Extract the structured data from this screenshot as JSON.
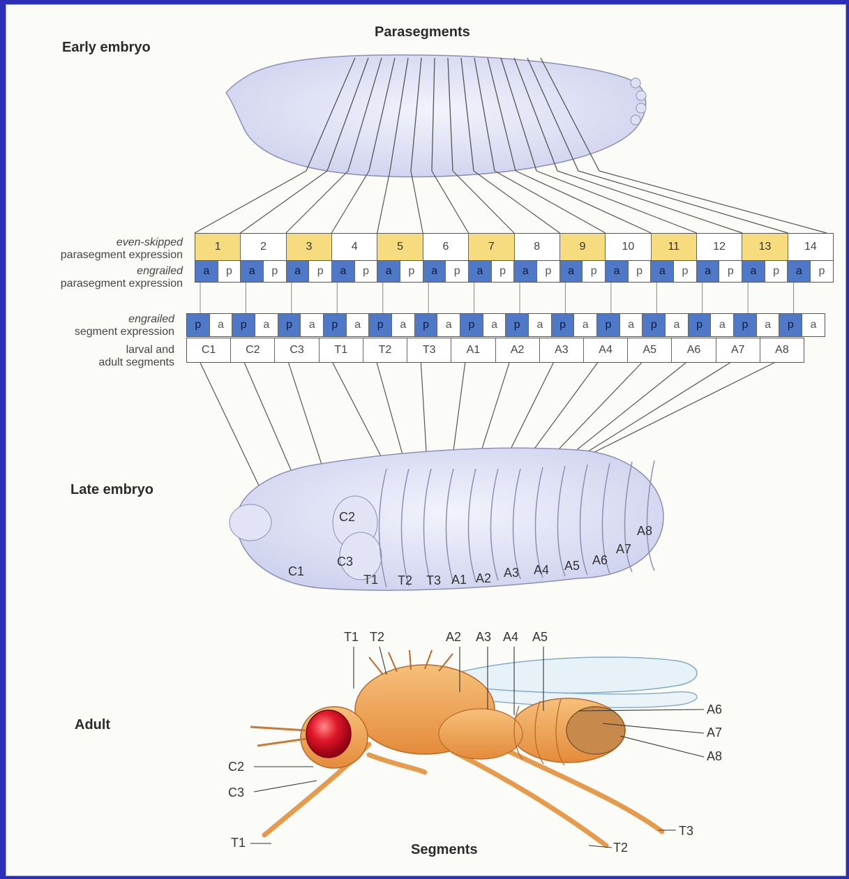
{
  "labels": {
    "early_embryo": "Early embryo",
    "parasegments_title": "Parasegments",
    "late_embryo": "Late embryo",
    "adult": "Adult",
    "segments_title": "Segments"
  },
  "rows": {
    "eve_label_gene": "even-skipped",
    "eve_label_rest": "parasegment expression",
    "en_ps_label_gene": "engrailed",
    "en_ps_label_rest": "parasegment expression",
    "en_seg_label_gene": "engrailed",
    "en_seg_label_rest": "segment expression",
    "larval_label_line1": "larval and",
    "larval_label_line2": "adult segments"
  },
  "parasegments": [
    "1",
    "2",
    "3",
    "4",
    "5",
    "6",
    "7",
    "8",
    "9",
    "10",
    "11",
    "12",
    "13",
    "14"
  ],
  "parasegment_expression": [
    "a",
    "p",
    "a",
    "p",
    "a",
    "p",
    "a",
    "p",
    "a",
    "p",
    "a",
    "p",
    "a",
    "p",
    "a",
    "p",
    "a",
    "p",
    "a",
    "p",
    "a",
    "p",
    "a",
    "p",
    "a",
    "p",
    "a",
    "p"
  ],
  "segment_expression": [
    "p",
    "a",
    "p",
    "a",
    "p",
    "a",
    "p",
    "a",
    "p",
    "a",
    "p",
    "a",
    "p",
    "a",
    "p",
    "a",
    "p",
    "a",
    "p",
    "a",
    "p",
    "a",
    "p",
    "a",
    "p",
    "a",
    "p",
    "a"
  ],
  "segments": [
    "C1",
    "C2",
    "C3",
    "T1",
    "T2",
    "T3",
    "A1",
    "A2",
    "A3",
    "A4",
    "A5",
    "A6",
    "A7",
    "A8"
  ],
  "late_embryo_labels": [
    "C2",
    "C1",
    "C3",
    "T1",
    "T2",
    "T3",
    "A1",
    "A2",
    "A3",
    "A4",
    "A5",
    "A6",
    "A7",
    "A8"
  ],
  "adult_labels": {
    "top": [
      "T1",
      "T2",
      "A2",
      "A3",
      "A4",
      "A5"
    ],
    "right": [
      "A6",
      "A7",
      "A8"
    ],
    "left": [
      "C2",
      "C3",
      "T1"
    ],
    "bottom": [
      "T2",
      "T3"
    ]
  },
  "colors": {
    "eve_stripe": "#f6dc7e",
    "engrailed": "#4f78c6",
    "embryo": "#e4e6f6",
    "fly_body": "#f0a85a",
    "fly_eye": "#e0182a",
    "frame": "#2c2fb8"
  }
}
